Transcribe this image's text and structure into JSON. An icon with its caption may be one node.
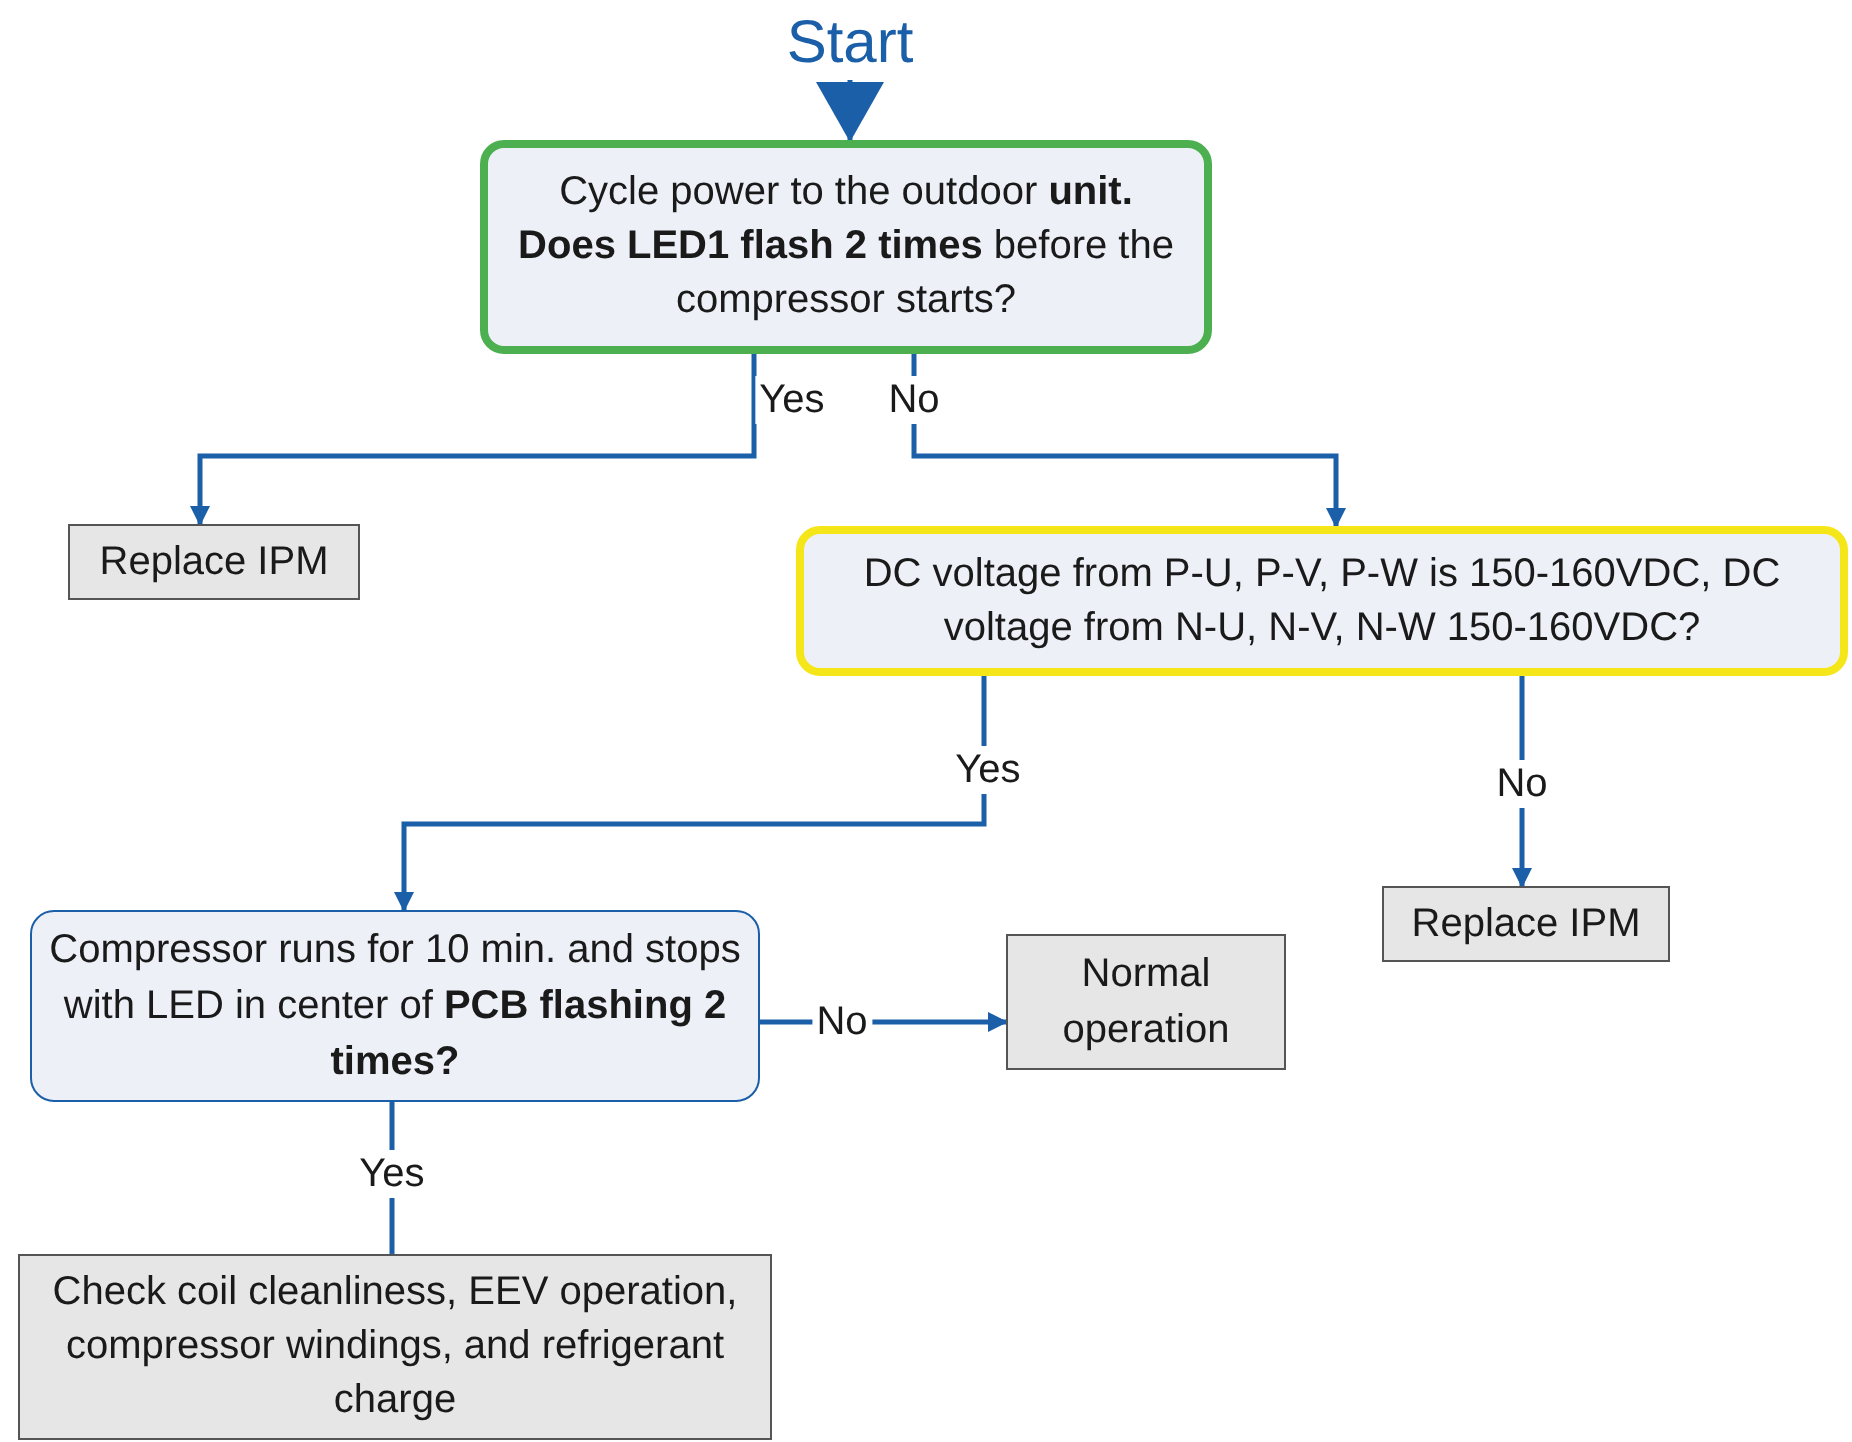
{
  "diagram": {
    "nodes": [
      {
        "text": [
          "Start"
        ]
      },
      {
        "text": [
          "Cycle power to the outdoor **unit.  Does LED1 flash 2 times** before the compressor starts?"
        ]
      },
      {
        "text": [
          "Replace IPM"
        ]
      },
      {
        "text": [
          "DC voltage from P-U, P-V, P-W is 150-160VDC, DC voltage from N-U, N-V, N-W 150-160VDC?"
        ]
      },
      {
        "text": [
          "Replace IPM"
        ]
      },
      {
        "text": [
          "Compressor runs for 10 min. and stops with LED in center of **PCB flashing 2 times?**"
        ]
      },
      {
        "text": [
          "Normal operation"
        ]
      },
      {
        "text": [
          "Check coil cleanliness, EEV operation, compressor windings, and refrigerant charge"
        ]
      }
    ],
    "edges": [
      {
        "from": 0,
        "to": 1,
        "arrow": "to"
      },
      {
        "from": 1,
        "to": 2,
        "arrow": "to",
        "label": "Yes"
      },
      {
        "from": 1,
        "to": 3,
        "arrow": "to",
        "label": "No"
      },
      {
        "from": 3,
        "to": 5,
        "arrow": "to",
        "label": "Yes"
      },
      {
        "from": 3,
        "to": 4,
        "arrow": "to",
        "label": "No"
      },
      {
        "from": 5,
        "to": 6,
        "arrow": "to",
        "label": "No"
      },
      {
        "from": 5,
        "to": 7,
        "arrow": "none",
        "label": "Yes"
      }
    ]
  }
}
